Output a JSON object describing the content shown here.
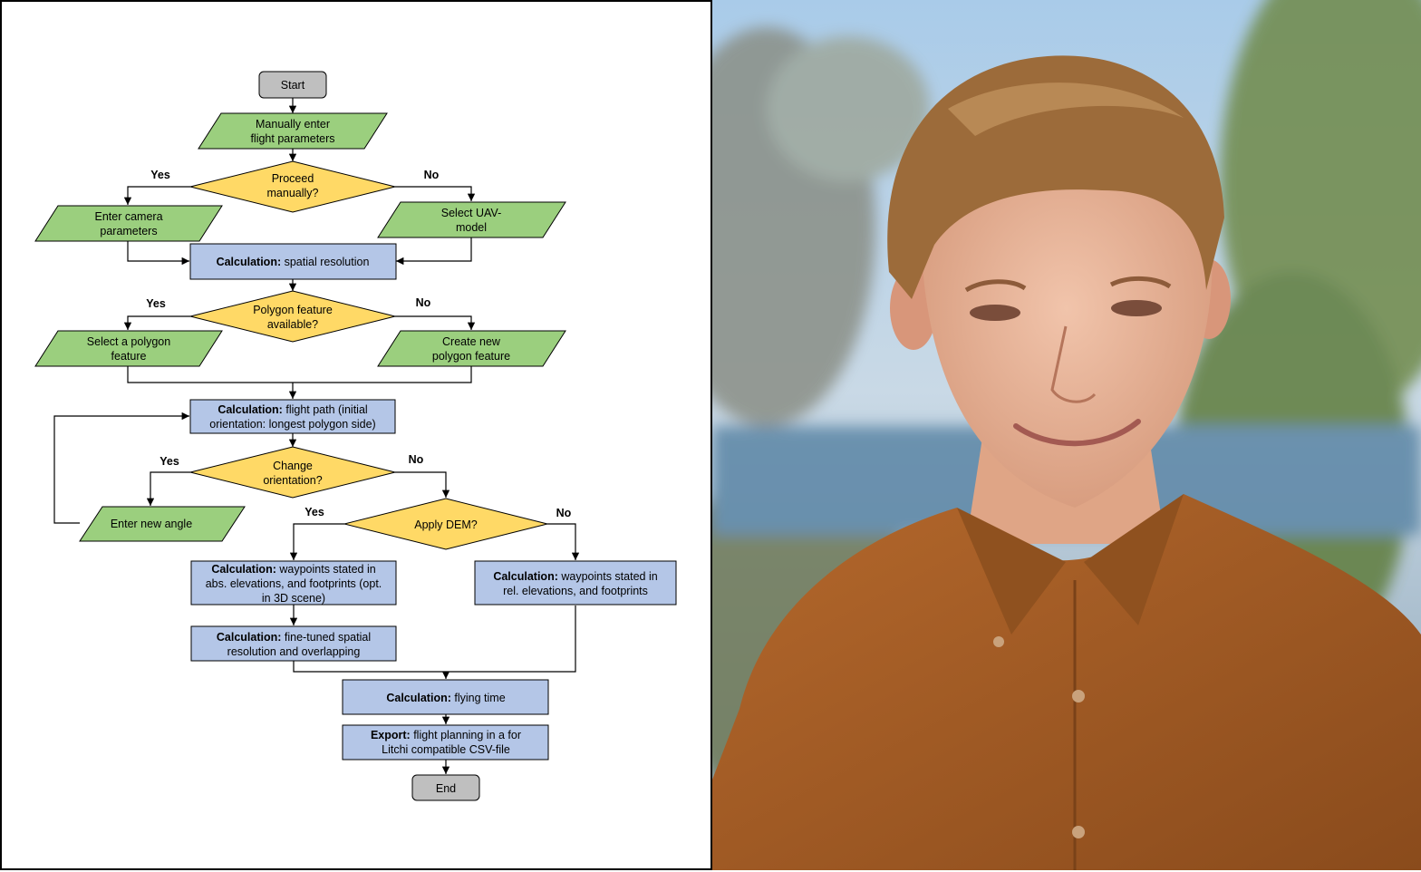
{
  "colors": {
    "terminal": "#bfbfbf",
    "io": "#9bcf7e",
    "decision": "#ffd966",
    "process": "#b4c6e7",
    "sky": "#9cc3e6",
    "shirt": "#a35e27",
    "skin": "#e8b598",
    "hair": "#9a6a3a"
  },
  "flowchart": {
    "start": "Start",
    "end": "End",
    "yes": "Yes",
    "no": "No",
    "manual_params": [
      "Manually enter",
      "flight parameters"
    ],
    "proceed_manually": [
      "Proceed",
      "manually?"
    ],
    "camera_params": [
      "Enter camera",
      "parameters"
    ],
    "uav_model": [
      "Select UAV-",
      "model"
    ],
    "calc_resolution": {
      "bold": "Calculation:",
      "text": "spatial resolution"
    },
    "polygon_available": [
      "Polygon feature",
      "available?"
    ],
    "select_polygon": [
      "Select a polygon",
      "feature"
    ],
    "create_polygon": [
      "Create new",
      "polygon feature"
    ],
    "calc_flight_path": {
      "bold": "Calculation:",
      "text": "flight path (initial",
      "line2": "orientation: longest polygon side)"
    },
    "change_orientation": [
      "Change",
      "orientation?"
    ],
    "new_angle": "Enter new angle",
    "apply_dem": "Apply DEM?",
    "calc_abs": {
      "bold": "Calculation:",
      "text": "waypoints stated in",
      "line2": "abs. elevations, and footprints (opt.",
      "line3": "in 3D scene)"
    },
    "calc_rel": {
      "bold": "Calculation:",
      "text": "waypoints stated in",
      "line2": "rel. elevations, and footprints"
    },
    "calc_finetune": {
      "bold": "Calculation:",
      "text": "fine-tuned spatial",
      "line2": "resolution and overlapping"
    },
    "calc_time": {
      "bold": "Calculation:",
      "text": "flying time"
    },
    "export": {
      "bold": "Export:",
      "text": "flight planning in a for",
      "line2": "Litchi compatible CSV-file"
    }
  }
}
